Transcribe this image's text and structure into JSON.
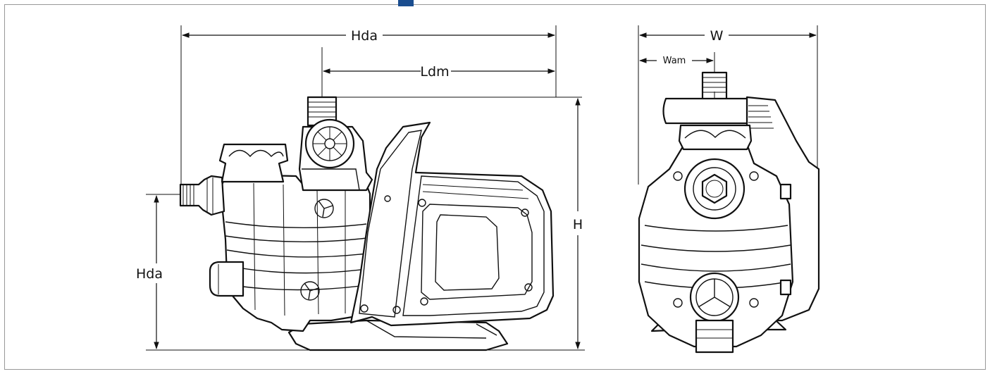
{
  "accent_color": "#1a4d8f",
  "side_view": {
    "top_width_label": "Hda",
    "discharge_length_label": "Ldm",
    "height_label": "H",
    "suction_height_label": "Hda"
  },
  "front_view": {
    "width_label": "W",
    "half_width_label": "Wam"
  }
}
